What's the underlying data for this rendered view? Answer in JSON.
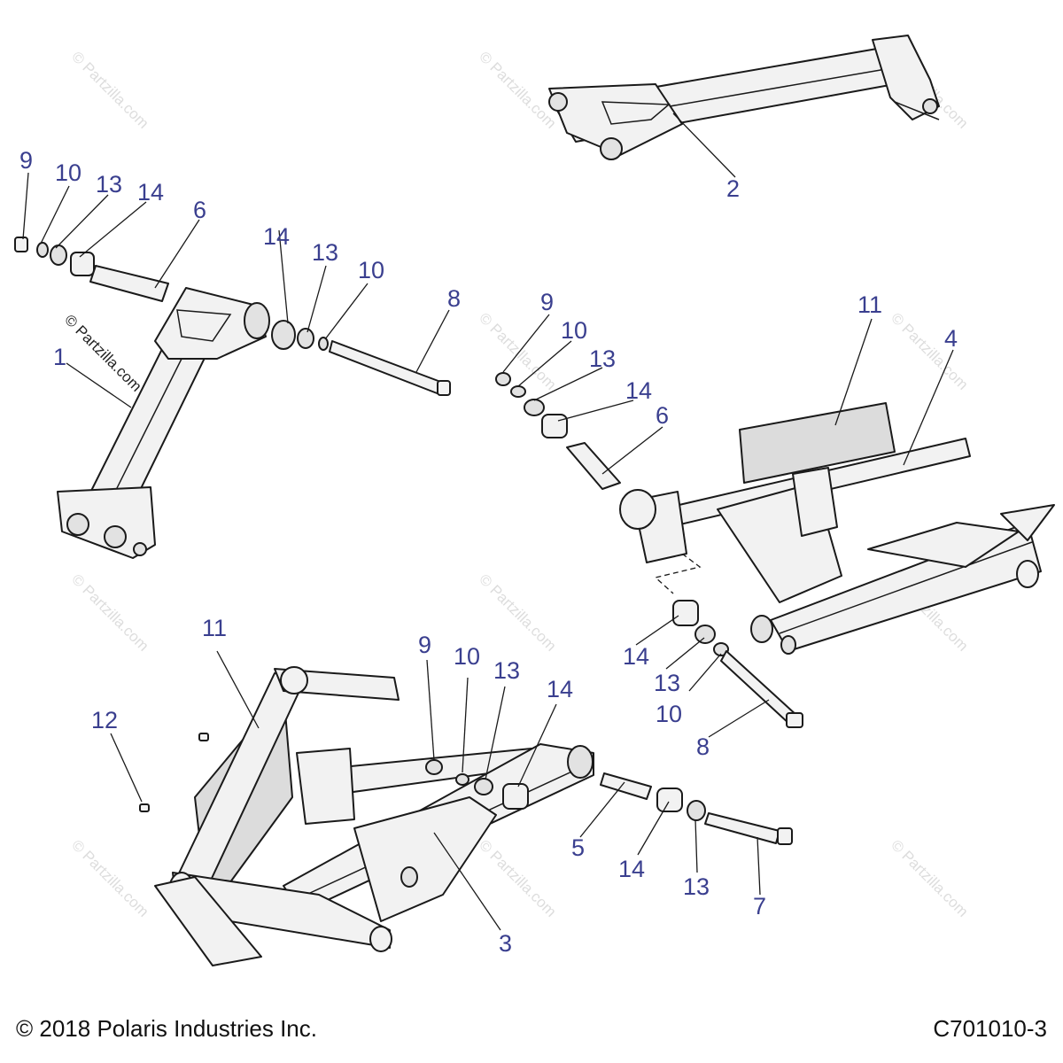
{
  "footer": {
    "copyright": "© 2018 Polaris Industries Inc.",
    "drawing_number": "C701010-3"
  },
  "watermark": {
    "text": "© Partzilla.com"
  },
  "callouts": {
    "p1": "1",
    "p2": "2",
    "p3": "3",
    "p4": "4",
    "p5": "5",
    "p6_left": "6",
    "p6_right": "6",
    "p7": "7",
    "p8_top": "8",
    "p8_right": "8",
    "p9_left": "9",
    "p9_mid": "9",
    "p9_bottom": "9",
    "p10_left": "10",
    "p10_top": "10",
    "p10_mid": "10",
    "p10_bottom": "10",
    "p10_right": "10",
    "p11_right": "11",
    "p11_left": "11",
    "p12": "12",
    "p13_left": "13",
    "p13_top": "13",
    "p13_mid": "13",
    "p13_bottom": "13",
    "p13_right": "13",
    "p13_low": "13",
    "p14_left": "14",
    "p14_top": "14",
    "p14_mid": "14",
    "p14_bottom": "14",
    "p14_right": "14",
    "p14_low": "14"
  }
}
